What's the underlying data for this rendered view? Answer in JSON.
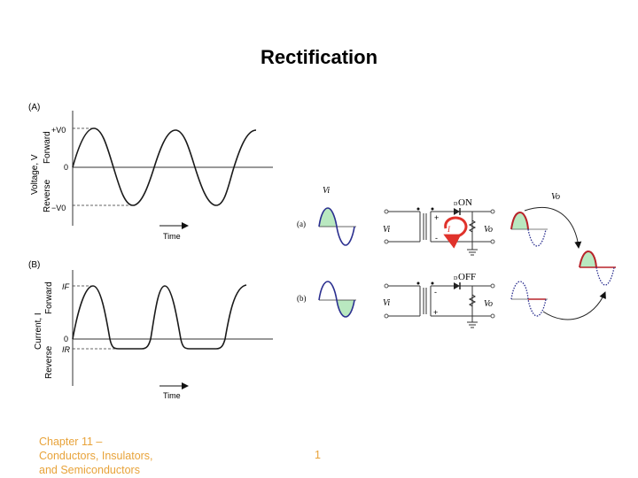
{
  "slide": {
    "title": "Rectification",
    "footer": {
      "line1": "Chapter 11 –",
      "line2": "Conductors, Insulators,",
      "line3": "and Semiconductors",
      "page_number": "1"
    },
    "colors": {
      "footer_text": "#E8A33A",
      "curve": "#1a1a1a",
      "input_wave": "#2b2f8f",
      "fill_green": "#b9e8c0",
      "output_red": "#b8232a",
      "current_loop": "#e0322b"
    }
  },
  "panel_a": {
    "label": "(A)",
    "y_axis_label": "Voltage, V",
    "forward_label": "Forward",
    "reverse_label": "Reverse",
    "tick_top": "+V0",
    "tick_zero": "0",
    "tick_bottom": "−V0",
    "x_axis_label": "Time"
  },
  "panel_b": {
    "label": "(B)",
    "y_axis_label": "Current, I",
    "forward_label": "Forward",
    "reverse_label": "Reverse",
    "tick_top": "IF",
    "tick_zero": "0",
    "tick_bottom": "IR",
    "x_axis_label": "Time"
  },
  "circuit": {
    "vi_header": "Vi",
    "vo_header": "Vo",
    "row_a": {
      "label": "(a)",
      "diode_state": "ON",
      "diode_tag": "D",
      "input": "Vi",
      "output": "Vo",
      "current": "I",
      "plus": "+",
      "minus": "-"
    },
    "row_b": {
      "label": "(b)",
      "diode_state": "OFF",
      "diode_tag": "D",
      "input": "Vi",
      "output": "Vo",
      "plus": "+",
      "minus": "-"
    }
  },
  "chart_data": [
    {
      "type": "line",
      "title": "(A) Voltage vs Time",
      "xlabel": "Time",
      "ylabel": "Voltage, V",
      "y_ticks": [
        "+V0",
        "0",
        "−V0"
      ],
      "series": [
        {
          "name": "Voltage",
          "shape": "sinusoid",
          "amplitude": "V0",
          "cycles": 2.5
        }
      ]
    },
    {
      "type": "line",
      "title": "(B) Current vs Time",
      "xlabel": "Time",
      "ylabel": "Current, I",
      "y_ticks": [
        "IF",
        "0",
        "IR"
      ],
      "series": [
        {
          "name": "Current",
          "shape": "rectified sinusoid with small reverse current IR",
          "cycles": 2.5
        }
      ]
    }
  ]
}
